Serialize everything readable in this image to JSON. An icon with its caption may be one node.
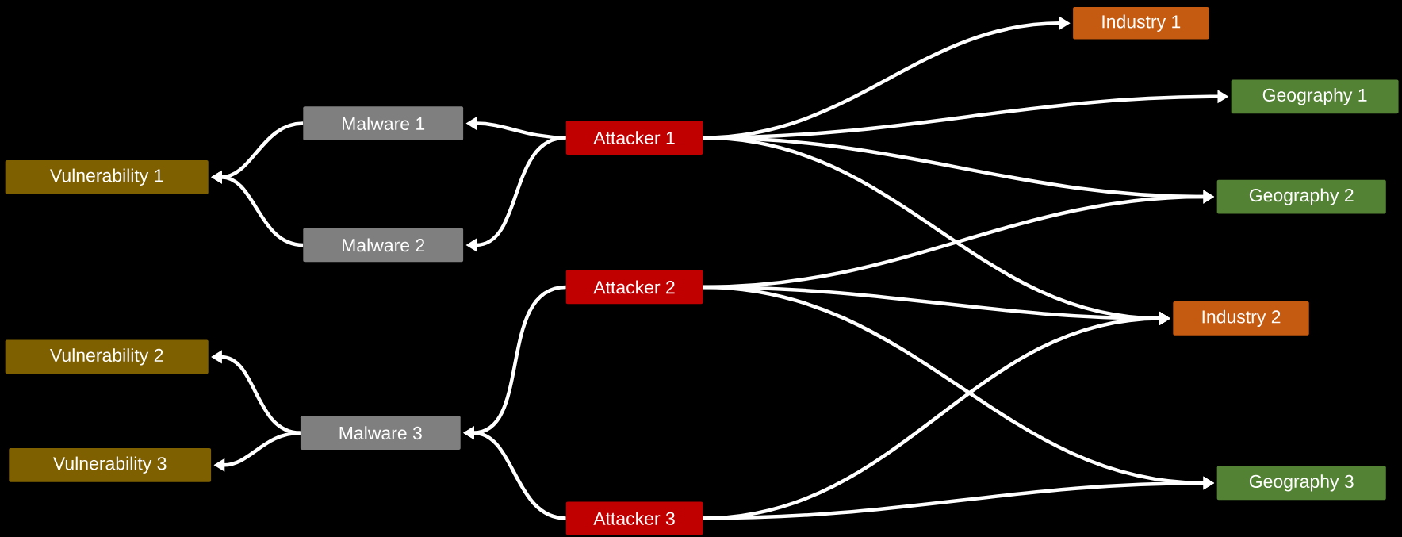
{
  "diagram": {
    "nodes": [
      {
        "text": [
          "Industry 1"
        ]
      },
      {
        "text": [
          "Malware 1"
        ]
      },
      {
        "text": [
          "Attacker 1"
        ]
      },
      {
        "text": [
          "Geography 1"
        ]
      },
      {
        "text": [
          "Vulnerability 1"
        ]
      },
      {
        "text": [
          "Geography 2"
        ]
      },
      {
        "text": [
          "Malware 2"
        ]
      },
      {
        "text": [
          "Attacker 2"
        ]
      },
      {
        "text": [
          "Industry 2"
        ]
      },
      {
        "text": [
          "Vulnerability 2"
        ]
      },
      {
        "text": [
          "Malware 3"
        ]
      },
      {
        "text": [
          "Vulnerability 3"
        ]
      },
      {
        "text": [
          "Geography 3"
        ]
      },
      {
        "text": [
          "Attacker 3"
        ]
      }
    ],
    "edges": [
      {
        "from": 2,
        "to": 1,
        "arrow": "to"
      },
      {
        "from": 2,
        "to": 6,
        "arrow": "to"
      },
      {
        "from": 1,
        "to": 4,
        "arrow": "to"
      },
      {
        "from": 6,
        "to": 4,
        "arrow": "to"
      },
      {
        "from": 2,
        "to": 0,
        "arrow": "to"
      },
      {
        "from": 2,
        "to": 3,
        "arrow": "to"
      },
      {
        "from": 2,
        "to": 5,
        "arrow": "to"
      },
      {
        "from": 2,
        "to": 8,
        "arrow": "to"
      },
      {
        "from": 7,
        "to": 10,
        "arrow": "to"
      },
      {
        "from": 7,
        "to": 5,
        "arrow": "to"
      },
      {
        "from": 7,
        "to": 8,
        "arrow": "to"
      },
      {
        "from": 7,
        "to": 12,
        "arrow": "to"
      },
      {
        "from": 13,
        "to": 10,
        "arrow": "to"
      },
      {
        "from": 13,
        "to": 8,
        "arrow": "to"
      },
      {
        "from": 13,
        "to": 12,
        "arrow": "to"
      },
      {
        "from": 10,
        "to": 9,
        "arrow": "to"
      },
      {
        "from": 10,
        "to": 11,
        "arrow": "to"
      }
    ]
  }
}
